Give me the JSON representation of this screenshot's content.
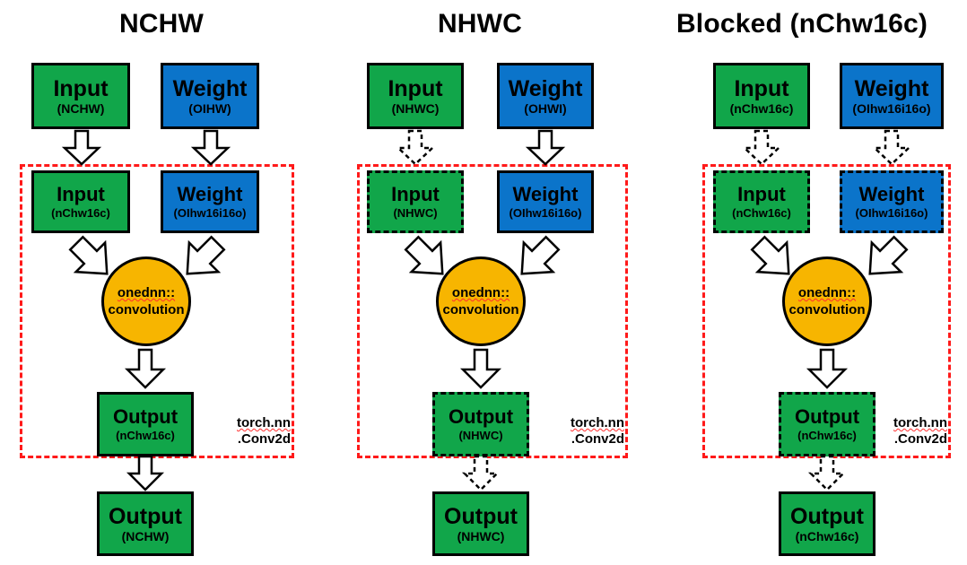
{
  "diagram": {
    "title_accent": "#ff1a1a",
    "colors": {
      "green": "#11a64a",
      "blue": "#0b74ca",
      "orange": "#f7b500",
      "region_border": "#ff1a1a",
      "outline": "#000000"
    },
    "columns": [
      {
        "id": "nchw",
        "title": "NCHW",
        "region_label": {
          "line1": "torch.nn",
          "line2": ".Conv2d"
        },
        "op": {
          "line1": "onednn::",
          "line2": "convolution"
        },
        "outer_input": {
          "name": "Input",
          "format": "(NCHW)",
          "color": "green",
          "dashed": false
        },
        "outer_weight": {
          "name": "Weight",
          "format": "(OIHW)",
          "color": "blue",
          "dashed": false
        },
        "inner_input": {
          "name": "Input",
          "format": "(nChw16c)",
          "color": "green",
          "dashed": false
        },
        "inner_weight": {
          "name": "Weight",
          "format": "(OIhw16i16o)",
          "color": "blue",
          "dashed": false
        },
        "inner_output": {
          "name": "Output",
          "format": "(nChw16c)",
          "color": "green",
          "dashed": false
        },
        "outer_output": {
          "name": "Output",
          "format": "(NCHW)",
          "color": "green",
          "dashed": false
        },
        "arrow_input_styles": {
          "input_reorder": "solid",
          "weight_reorder": "solid",
          "output_reorder": "solid"
        }
      },
      {
        "id": "nhwc",
        "title": "NHWC",
        "region_label": {
          "line1": "torch.nn",
          "line2": ".Conv2d"
        },
        "op": {
          "line1": "onednn::",
          "line2": "convolution"
        },
        "outer_input": {
          "name": "Input",
          "format": "(NHWC)",
          "color": "green",
          "dashed": false
        },
        "outer_weight": {
          "name": "Weight",
          "format": "(OHWI)",
          "color": "blue",
          "dashed": false
        },
        "inner_input": {
          "name": "Input",
          "format": "(NHWC)",
          "color": "green",
          "dashed": true
        },
        "inner_weight": {
          "name": "Weight",
          "format": "(OIhw16i16o)",
          "color": "blue",
          "dashed": false
        },
        "inner_output": {
          "name": "Output",
          "format": "(NHWC)",
          "color": "green",
          "dashed": true
        },
        "outer_output": {
          "name": "Output",
          "format": "(NHWC)",
          "color": "green",
          "dashed": false
        },
        "arrow_input_styles": {
          "input_reorder": "dashed",
          "weight_reorder": "solid",
          "output_reorder": "dashed"
        }
      },
      {
        "id": "blocked",
        "title": "Blocked (nChw16c)",
        "region_label": {
          "line1": "torch.nn",
          "line2": ".Conv2d"
        },
        "op": {
          "line1": "onednn::",
          "line2": "convolution"
        },
        "outer_input": {
          "name": "Input",
          "format": "(nChw16c)",
          "color": "green",
          "dashed": false
        },
        "outer_weight": {
          "name": "Weight",
          "format": "(OIhw16i16o)",
          "color": "blue",
          "dashed": false
        },
        "inner_input": {
          "name": "Input",
          "format": "(nChw16c)",
          "color": "green",
          "dashed": true
        },
        "inner_weight": {
          "name": "Weight",
          "format": "(OIhw16i16o)",
          "color": "blue",
          "dashed": true
        },
        "inner_output": {
          "name": "Output",
          "format": "(nChw16c)",
          "color": "green",
          "dashed": true
        },
        "outer_output": {
          "name": "Output",
          "format": "(nChw16c)",
          "color": "green",
          "dashed": false
        },
        "arrow_input_styles": {
          "input_reorder": "dashed",
          "weight_reorder": "dashed",
          "output_reorder": "dashed"
        }
      }
    ]
  }
}
